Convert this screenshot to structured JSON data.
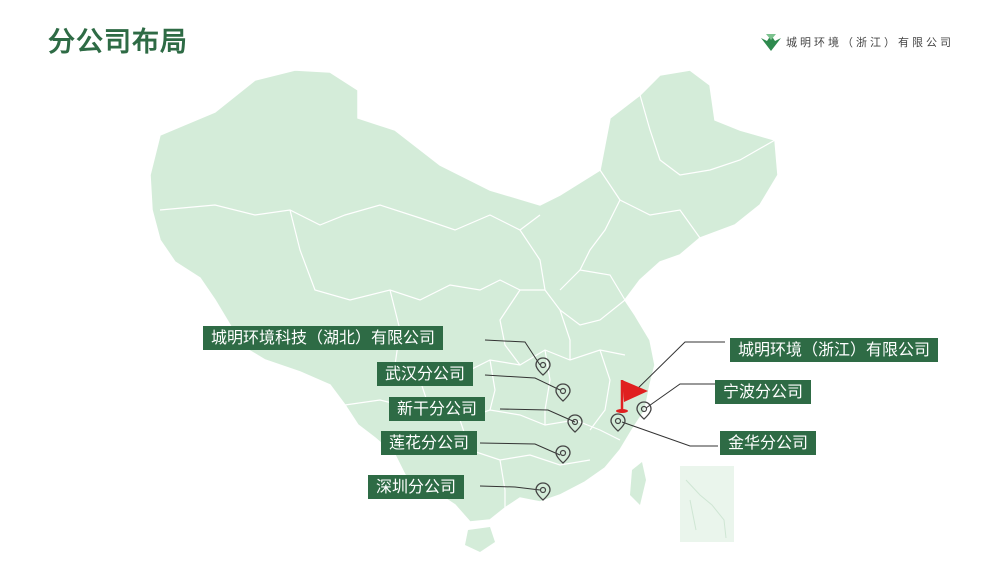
{
  "header": {
    "title": "分公司布局",
    "company": "城明环境（浙江）有限公司"
  },
  "labels": {
    "hubei": "城明环境科技（湖北）有限公司",
    "wuhan": "武汉分公司",
    "xingan": "新干分公司",
    "lianhua": "莲花分公司",
    "shenzhen": "深圳分公司",
    "zhejiang": "城明环境（浙江）有限公司",
    "ningbo": "宁波分公司",
    "jinhua": "金华分公司"
  },
  "icons": {
    "logo": "leaf-logo-icon",
    "pin": "location-pin-icon",
    "flag": "red-flag-icon"
  },
  "colors": {
    "accent": "#2e6b45",
    "map_fill": "#d4ecd9",
    "flag": "#e02020"
  }
}
